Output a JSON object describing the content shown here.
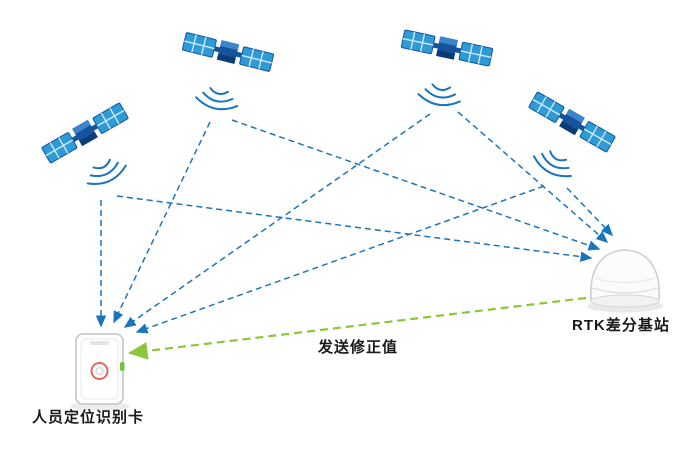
{
  "diagram": {
    "labels": {
      "card_label": "人员定位识别卡",
      "base_station_label": "RTK差分基站",
      "correction_label": "发送修正值"
    },
    "colors": {
      "link_blue": "#1b75bc",
      "correction_green": "#8cc63e",
      "satellite_panel": "#2e9bd6",
      "satellite_body": "#15549c",
      "device_outline": "#c4c4c4"
    },
    "nodes": [
      {
        "id": "satellite-1",
        "type": "satellite"
      },
      {
        "id": "satellite-2",
        "type": "satellite"
      },
      {
        "id": "satellite-3",
        "type": "satellite"
      },
      {
        "id": "satellite-4",
        "type": "satellite"
      },
      {
        "id": "personnel-card",
        "type": "receiver",
        "label": "人员定位识别卡"
      },
      {
        "id": "rtk-base-station",
        "type": "base-station",
        "label": "RTK差分基站"
      }
    ],
    "links": {
      "satellite_signal_count": 8,
      "satellite_signal_style": "dashed blue arrow",
      "correction_style": "dashed green arrow",
      "correction_from": "rtk-base-station",
      "correction_to": "personnel-card"
    }
  }
}
